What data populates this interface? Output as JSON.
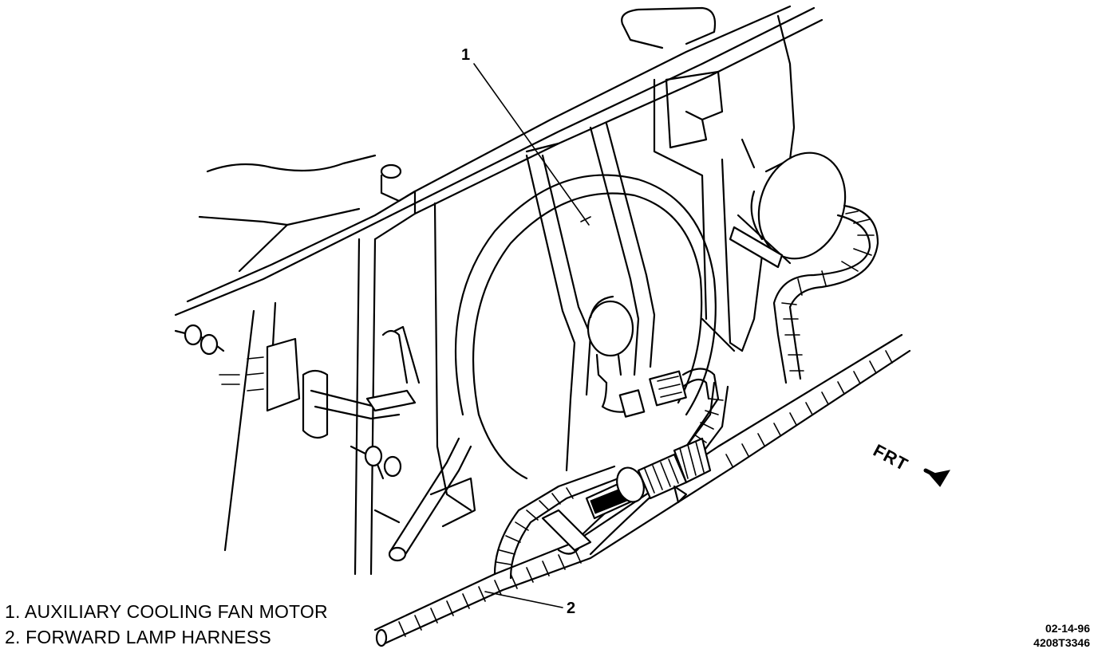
{
  "callouts": {
    "c1": "1",
    "c2": "2"
  },
  "legend": {
    "item1": "1. AUXILIARY COOLING FAN MOTOR",
    "item2": "2. FORWARD LAMP HARNESS"
  },
  "direction_label": "FRT",
  "stamp": {
    "date": "02-14-96",
    "code": "4208T3346"
  }
}
